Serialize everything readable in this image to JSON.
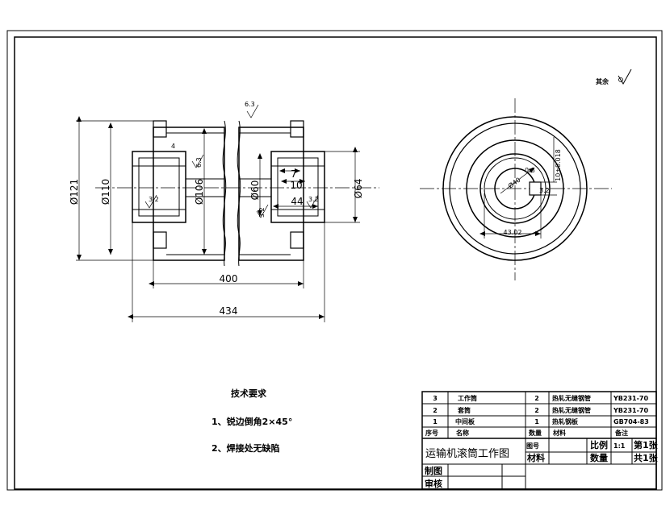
{
  "roughness_note": {
    "label": "其余",
    "value": ""
  },
  "dims_front": {
    "d121": "Ø121",
    "d110": "Ø110",
    "d106": "Ø106",
    "d60": "Ø60",
    "d64": "Ø64",
    "l400": "400",
    "l434": "434",
    "l44": "44",
    "l10": "10",
    "l7": "7",
    "r63_top": "6.3",
    "r63_side": "6.3",
    "r32_left": "3.2",
    "r32_right": "3.2",
    "r32_inner": "3.2",
    "weld_mark": "4"
  },
  "dims_side": {
    "d40": "Ø40",
    "d43": "43.02",
    "keyway": "10±0.018",
    "r_small": "0.8",
    "r_small2": "3.2"
  },
  "tech_requirements": {
    "title": "技术要求",
    "item1": "1、锐边倒角2×45°",
    "item2": "2、焊接处无缺陷"
  },
  "parts_list": [
    {
      "no": "3",
      "name": "工作筒",
      "qty": "2",
      "material": "热轧无缝钢管",
      "std": "YB231-70"
    },
    {
      "no": "2",
      "name": "套筒",
      "qty": "2",
      "material": "热轧无缝钢管",
      "std": "YB231-70"
    },
    {
      "no": "1",
      "name": "中间板",
      "qty": "1",
      "material": "热轧钢板",
      "std": "GB704-83"
    }
  ],
  "parts_header": {
    "no": "序号",
    "name": "名称",
    "qty": "数量",
    "material": "材料",
    "std": "备注"
  },
  "title_block": {
    "title": "运输机滚筒工作图",
    "drawing_no_label": "图号",
    "scale_label": "比例",
    "scale_value": "1:1",
    "sheet_label": "第1张",
    "material_label": "材料",
    "qty_label": "数量",
    "total_label": "共1张",
    "drawn_label": "制图",
    "checked_label": "审核"
  }
}
